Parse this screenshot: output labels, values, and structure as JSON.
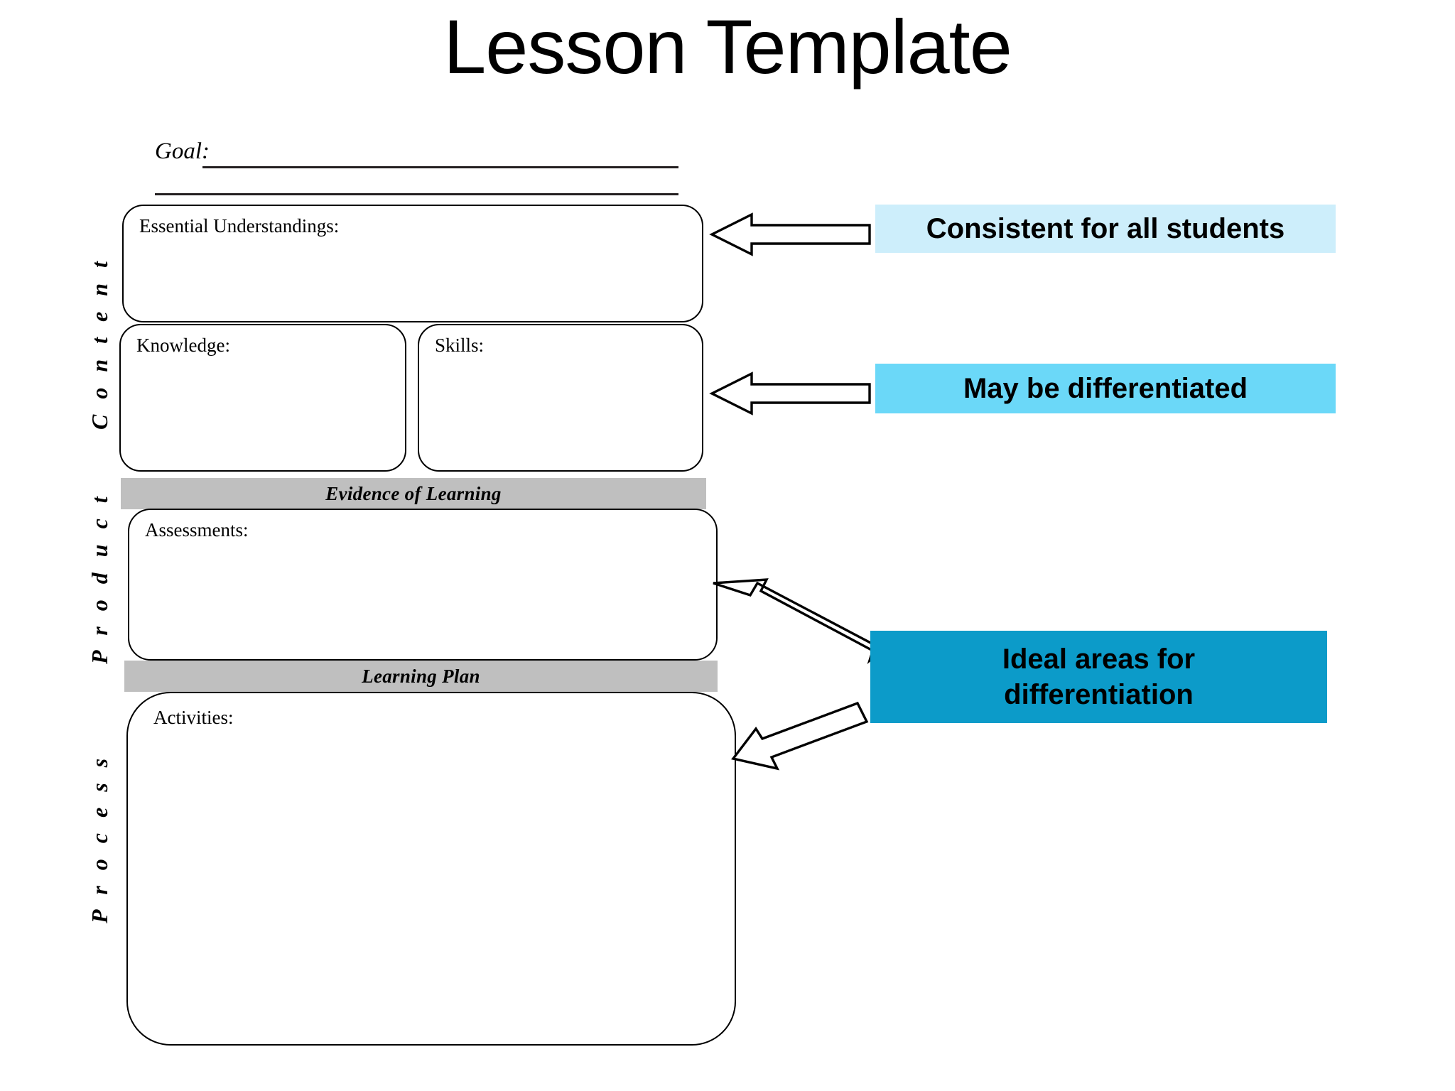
{
  "page": {
    "title": "Lesson Template",
    "background": "#ffffff"
  },
  "goal": {
    "label": "Goal:",
    "value": "",
    "line_count": 2
  },
  "side_labels": [
    {
      "id": "content",
      "text": "C o n t e n t"
    },
    {
      "id": "product",
      "text": "P r o d u c t"
    },
    {
      "id": "process",
      "text": "P r o c e s s"
    }
  ],
  "boxes": [
    {
      "id": "essential-understandings",
      "caption": "Essential Understandings:",
      "value": ""
    },
    {
      "id": "knowledge",
      "caption": "Knowledge:",
      "value": ""
    },
    {
      "id": "skills",
      "caption": "Skills:",
      "value": ""
    },
    {
      "id": "assessments",
      "caption": "Assessments:",
      "value": ""
    },
    {
      "id": "activities",
      "caption": "Activities:",
      "value": ""
    }
  ],
  "section_bars": [
    {
      "id": "evidence-of-learning",
      "label": "Evidence of Learning",
      "color": "#bfbfbf"
    },
    {
      "id": "learning-plan",
      "label": "Learning Plan",
      "color": "#bfbfbf"
    }
  ],
  "callouts": [
    {
      "id": "consistent-for-all-students",
      "text": "Consistent for all students",
      "color": "#cdeefb",
      "text_color": "#000000"
    },
    {
      "id": "may-be-differentiated",
      "text": "May be differentiated",
      "color": "#6bd8f8",
      "text_color": "#000000"
    },
    {
      "id": "ideal-areas-for-differentiation",
      "text_line1": "Ideal areas for",
      "text_line2": "differentiation",
      "text": "Ideal areas for differentiation",
      "color": "#0c9bc9",
      "text_color": "#000000"
    }
  ],
  "arrows": [
    {
      "id": "arrow-to-essential-understandings",
      "direction": "left",
      "style": "block",
      "fill": "#ffffff",
      "stroke": "#000000"
    },
    {
      "id": "arrow-to-knowledge-skills",
      "direction": "left",
      "style": "block",
      "fill": "#ffffff",
      "stroke": "#000000"
    },
    {
      "id": "arrow-to-assessments",
      "direction": "up-left",
      "style": "block",
      "fill": "#ffffff",
      "stroke": "#000000"
    },
    {
      "id": "arrow-to-activities",
      "direction": "down-left",
      "style": "block",
      "fill": "#ffffff",
      "stroke": "#000000"
    }
  ]
}
